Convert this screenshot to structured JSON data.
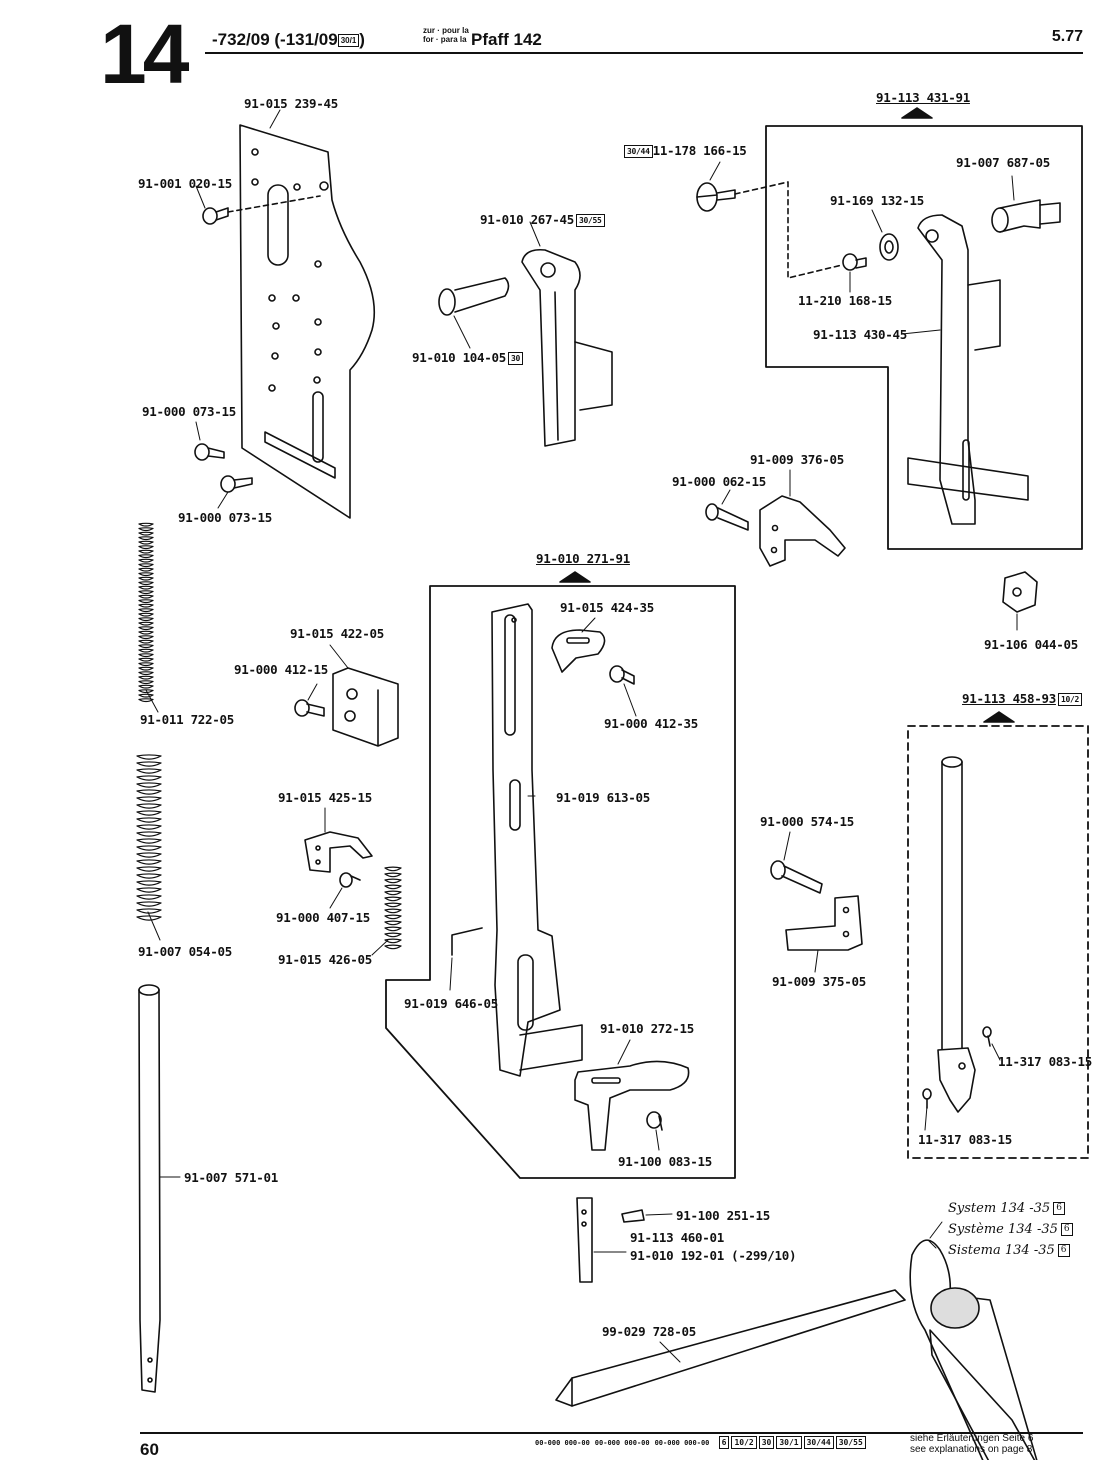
{
  "header": {
    "section_number": "14",
    "model_codes": "-732/09 (-131/09",
    "model_box": "30/1",
    "model_close": ")",
    "zur_line1": "zur · pour la",
    "zur_line2": "for · para la",
    "machine": "Pfaff 142",
    "date": "5.77"
  },
  "labels": {
    "p1": "91-015 239-45",
    "p2": "91-001 020-15",
    "p3": "91-000 073-15",
    "p4": "91-000 073-15",
    "p5": "91-010 267-45",
    "p5_box": "30/55",
    "p6": "91-010 104-05",
    "p6_box": "30",
    "p7_box": "30/44",
    "p7": "11-178 166-15",
    "p8": "91-113 431-91",
    "p9": "91-007 687-05",
    "p10": "91-169 132-15",
    "p11": "11-210 168-15",
    "p12": "91-113 430-45",
    "p13": "91-009 376-05",
    "p14": "91-000 062-15",
    "p15": "91-106 044-05",
    "p16": "91-010 271-91",
    "p17": "91-015 424-35",
    "p18": "91-000 412-35",
    "p19": "91-015 422-05",
    "p20": "91-000 412-15",
    "p21": "91-011 722-05",
    "p22": "91-019 613-05",
    "p23": "91-015 425-15",
    "p24": "91-000 407-15",
    "p25": "91-015 426-05",
    "p26": "91-007 054-05",
    "p27": "91-019 646-05",
    "p28": "91-010 272-15",
    "p29": "91-100 083-15",
    "p30": "91-000 574-15",
    "p31": "91-009 375-05",
    "p32": "91-113 458-93",
    "p32_box": "10/2",
    "p33": "11-317 083-15",
    "p34": "11-317 083-15",
    "p35": "91-007 571-01",
    "p36": "91-100 251-15",
    "p37": "91-113 460-01",
    "p38": "91-010 192-01 (-299/10)",
    "p39": "99-029 728-05"
  },
  "system": {
    "lines": [
      {
        "word": "System",
        "value": "134 -35",
        "box": "6"
      },
      {
        "word": "Système",
        "value": "134 -35",
        "box": "6"
      },
      {
        "word": "Sistema",
        "value": "134 -35",
        "box": "6"
      }
    ]
  },
  "footer": {
    "page": "60",
    "codes": [
      "00-000 000-00",
      "00-000 000-00",
      "00-000 000-00"
    ],
    "boxes": [
      "6",
      "10/2",
      "30",
      "30/1",
      "30/44",
      "30/55"
    ],
    "note1": "siehe Erläuterungen Seite 6",
    "note2": "see explanations on page 8"
  }
}
